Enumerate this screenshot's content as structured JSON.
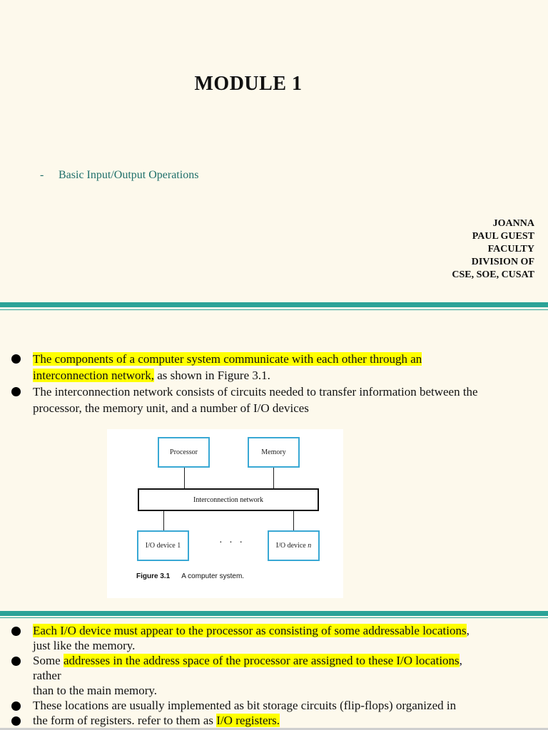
{
  "slide1": {
    "title": "MODULE 1",
    "subtitle_dash": "-",
    "subtitle": "Basic Input/Output Operations",
    "author_lines": [
      "JOANNA",
      "PAUL  GUEST",
      "FACULTY",
      "DIVISION OF",
      "CSE, SOE, CUSAT"
    ]
  },
  "slide2": {
    "bullet1": {
      "highlight_a": "The components of a computer system communicate with each other through an",
      "highlight_b": "interconnection network,",
      "rest": " as shown in Figure 3.1."
    },
    "bullet2": {
      "line1": "The interconnection network consists of circuits needed to transfer information between the",
      "line2": " processor, the memory unit, and a number of I/O devices"
    },
    "figure": {
      "processor": "Processor",
      "memory": "Memory",
      "network": "Interconnection network",
      "io1": "I/O device 1",
      "ellipsis": "· · ·",
      "ion_prefix": "I/O device ",
      "ion_suffix": "n",
      "caption_num": "Figure 3.1",
      "caption_text": "A computer system."
    }
  },
  "slide3": {
    "bullet1": {
      "highlight": "Each I/O device must appear to the processor as consisting of some addressable locations",
      "rest": ",",
      "line2": "just  like the memory."
    },
    "bullet2": {
      "pre": "Some ",
      "highlight": "addresses in the address space of the processor are assigned to these I/O locations",
      "rest": ",",
      "line2": "rather",
      "line3": "than to the main memory."
    },
    "bullet3": {
      "line1": "These locations are usually implemented as bit storage circuits (flip-flops) organized in"
    },
    "bullet4": {
      "pre": "the form of registers. refer to them as ",
      "highlight": "I/O registers."
    }
  },
  "colors": {
    "accent_rule": "#2ba397",
    "subtitle": "#1e6f6a",
    "highlight": "#ffff00",
    "box_border": "#39a8d4",
    "background": "#fdf9ec"
  }
}
